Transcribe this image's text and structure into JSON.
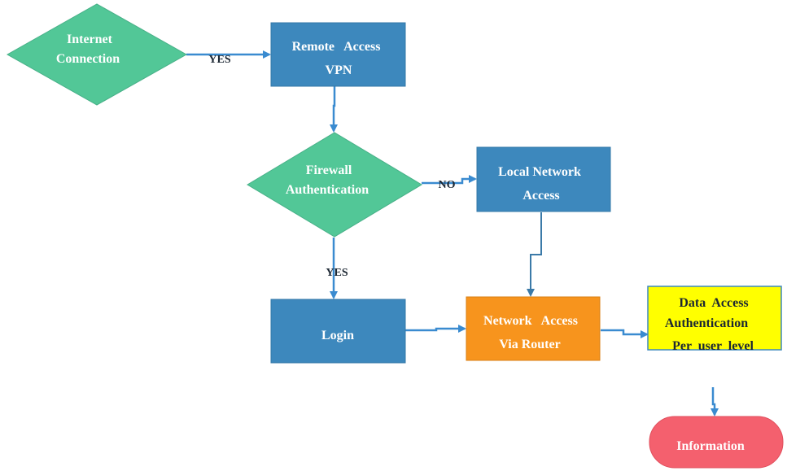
{
  "nodes": {
    "internet": {
      "line1": "Internet",
      "line2": "Connection"
    },
    "vpn": {
      "line1": "Remote   Access",
      "line2": "VPN"
    },
    "firewall": {
      "line1": "Firewall",
      "line2": "Authentication"
    },
    "local": {
      "line1": "Local Network",
      "line2": "Access"
    },
    "login": {
      "line1": "Login"
    },
    "router": {
      "line1": "Network   Access",
      "line2": "Via Router"
    },
    "data_access": {
      "line1": "Data  Access",
      "line2": "Authentication",
      "line3": "Per  user  level"
    },
    "information": {
      "line1": "Information"
    }
  },
  "edges": {
    "internet_vpn": "YES",
    "firewall_local": "NO",
    "firewall_login": "YES"
  },
  "colors": {
    "decision": "#52c797",
    "process": "#3d88bd",
    "router": "#f7941d",
    "data_access": "#ffff00",
    "terminal": "#f4606e",
    "connector": "#3a8bd0"
  }
}
